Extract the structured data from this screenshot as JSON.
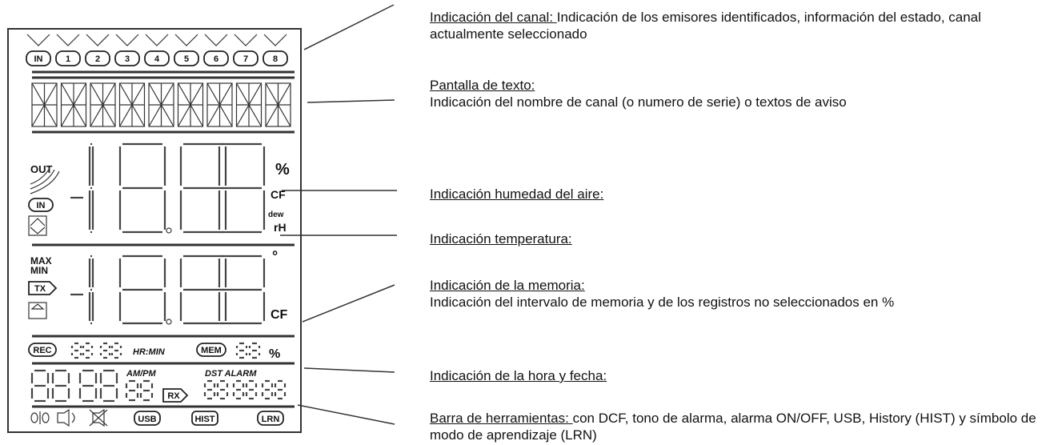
{
  "lcd": {
    "channel_labels": [
      "IN",
      "1",
      "2",
      "3",
      "4",
      "5",
      "6",
      "7",
      "8"
    ],
    "status_labels": [
      "OUT",
      "IN"
    ],
    "unit_humidity_pct": "%",
    "unit_cf": "CF",
    "unit_dew": "dew",
    "unit_rh": "rH",
    "unit_deg": "°",
    "unit_temp_cf": "CF",
    "max_label": "MAX",
    "min_label": "MIN",
    "tx_label": "TX",
    "rec_label": "REC",
    "hr_min_label": "HR:MIN",
    "mem_label": "MEM",
    "mem_pct": "%",
    "ampm_label": "AM/PM",
    "dst_alarm_label": "DST ALARM",
    "rx_label": "RX",
    "usb_label": "USB",
    "hist_label": "HIST",
    "lrn_label": "LRN"
  },
  "callouts": [
    {
      "head": "Indicación del canal: ",
      "body": "Indicación de los emisores identificados, información del estado, canal actualmente seleccionado"
    },
    {
      "head": "Pantalla de texto:",
      "body": "Indicación del nombre de canal (o numero de serie) o textos de aviso"
    },
    {
      "head": "Indicación humedad del aire:",
      "body": ""
    },
    {
      "head": "Indicación temperatura:",
      "body": ""
    },
    {
      "head": "Indicación  de la memoria:",
      "body": "Indicación del intervalo de memoria y de los registros no seleccionados en %"
    },
    {
      "head": "Indicación de la hora y fecha:",
      "body": ""
    },
    {
      "head": "Barra de herramientas: ",
      "body": "con DCF, tono de alarma, alarma ON/OFF, USB, History (HIST) y símbolo de modo de aprendizaje (LRN)"
    }
  ]
}
